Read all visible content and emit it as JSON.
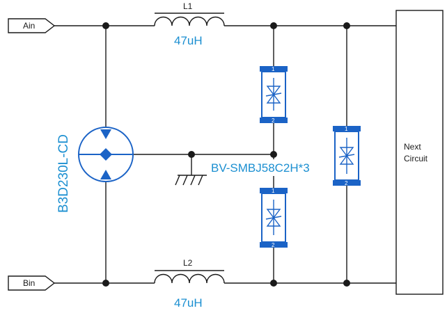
{
  "terminals": {
    "a_in": "Ain",
    "b_in": "Bin"
  },
  "inductors": {
    "l1": {
      "ref": "L1",
      "value": "47uH"
    },
    "l2": {
      "ref": "L2",
      "value": "47uH"
    }
  },
  "gas_discharge_tube": {
    "part": "B3D230L-CD"
  },
  "tvs": {
    "part": "BV-SMBJ58C2H*3",
    "pin1": "1",
    "pin2": "2"
  },
  "next_circuit": {
    "line1": "Next",
    "line2": "Circuit"
  },
  "colors": {
    "wire": "#1a1a1a",
    "component_blue": "#1b63c6",
    "label_blue": "#1b8fd1"
  }
}
